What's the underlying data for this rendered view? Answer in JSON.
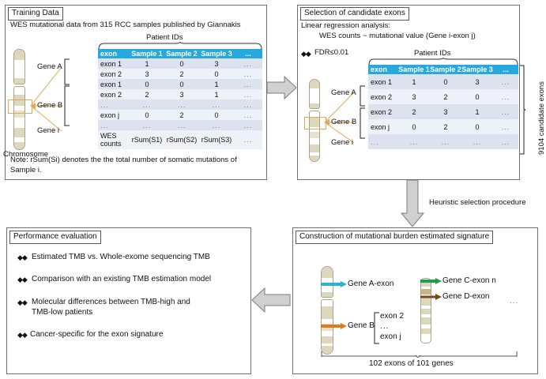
{
  "figure": {
    "type": "workflow-diagram",
    "title": "Mutational burden estimated exon signature workflow"
  },
  "panel_training": {
    "title": "Training Data",
    "subtitle": "WES mutational data from 315 RCC samples published by Giannakis",
    "chromosome_label": "Chromosome",
    "gene_labels": [
      "Gene A",
      "Gene B",
      "Gene i"
    ],
    "patient_ids_label": "Patient IDs",
    "note": "Note: rSum(Si) denotes the the total number of somatic mutations of Sample i.",
    "table": {
      "headers": [
        "exon",
        "Sample 1",
        "Sample 2",
        "Sample 3",
        "..."
      ],
      "rows": [
        [
          "exon 1",
          "1",
          "0",
          "3",
          "..."
        ],
        [
          "exon 2",
          "3",
          "2",
          "0",
          "..."
        ],
        [
          "exon 1",
          "0",
          "0",
          "1",
          "..."
        ],
        [
          "exon 2",
          "2",
          "3",
          "1",
          "..."
        ],
        [
          "...",
          "...",
          "...",
          "...",
          "..."
        ],
        [
          "exon j",
          "0",
          "2",
          "0",
          "..."
        ],
        [
          "...",
          "...",
          "...",
          "...",
          "..."
        ],
        [
          "WES counts",
          "rSum(S1)",
          "rSum(S2)",
          "rSum(S3)",
          "..."
        ]
      ]
    }
  },
  "panel_selection": {
    "title": "Selection of candidate exons",
    "line1": "Linear regression analysis:",
    "line2": "WES counts ~ mutational value (Gene i-exon j)",
    "criterion": "FDR≤0.01",
    "patient_ids_label": "Patient IDs",
    "side_label": "9104 candidate exons",
    "gene_labels": [
      "Gene A",
      "Gene B",
      "Gene i"
    ],
    "table": {
      "headers": [
        "exon",
        "Sample 1",
        "Sample 2",
        "Sample 3",
        "..."
      ],
      "rows": [
        [
          "exon 1",
          "1",
          "0",
          "3",
          "..."
        ],
        [
          "exon 2",
          "3",
          "2",
          "0",
          "..."
        ],
        [
          "exon 2",
          "2",
          "3",
          "1",
          "..."
        ],
        [
          "exon j",
          "0",
          "2",
          "0",
          "..."
        ],
        [
          "...",
          "...",
          "...",
          "...",
          "..."
        ]
      ]
    }
  },
  "panel_construction": {
    "title": "Construction of mutational burden estimated signature",
    "caption": "102 exons of 101 genes",
    "markers": [
      {
        "label": "Gene A-exon",
        "color": "#2bb3c8"
      },
      {
        "label": "Gene B",
        "color": "#e07b18"
      },
      {
        "label": "Gene C-exon n",
        "color": "#1f9e4f"
      },
      {
        "label": "Gene D-exon",
        "color": "#7a4a1a"
      }
    ],
    "exon_list": [
      "exon 2",
      "...",
      "exon j"
    ],
    "ellipsis": "..."
  },
  "panel_performance": {
    "title": "Performance evaluation",
    "bullets": [
      "Estimated TMB vs. Whole-exome sequencing TMB",
      "Comparison with an existing TMB estimation model",
      "Molecular differences between TMB-high and TMB-low patients",
      "Cancer-specific for the exon signature"
    ]
  },
  "connectors": {
    "right_arrow_label": "",
    "down_arrow_label": "Heuristic selection procedure",
    "left_arrow_label": ""
  },
  "colors": {
    "table_header": "#27a8df",
    "row_dark": "#dde3ee",
    "row_light": "#eef2f8",
    "arrow_fill": "#d0d0d0",
    "arrow_stroke": "#7d7d7d",
    "chromosome_band": "#ddd7bd",
    "leader_line": "#e0a857"
  }
}
